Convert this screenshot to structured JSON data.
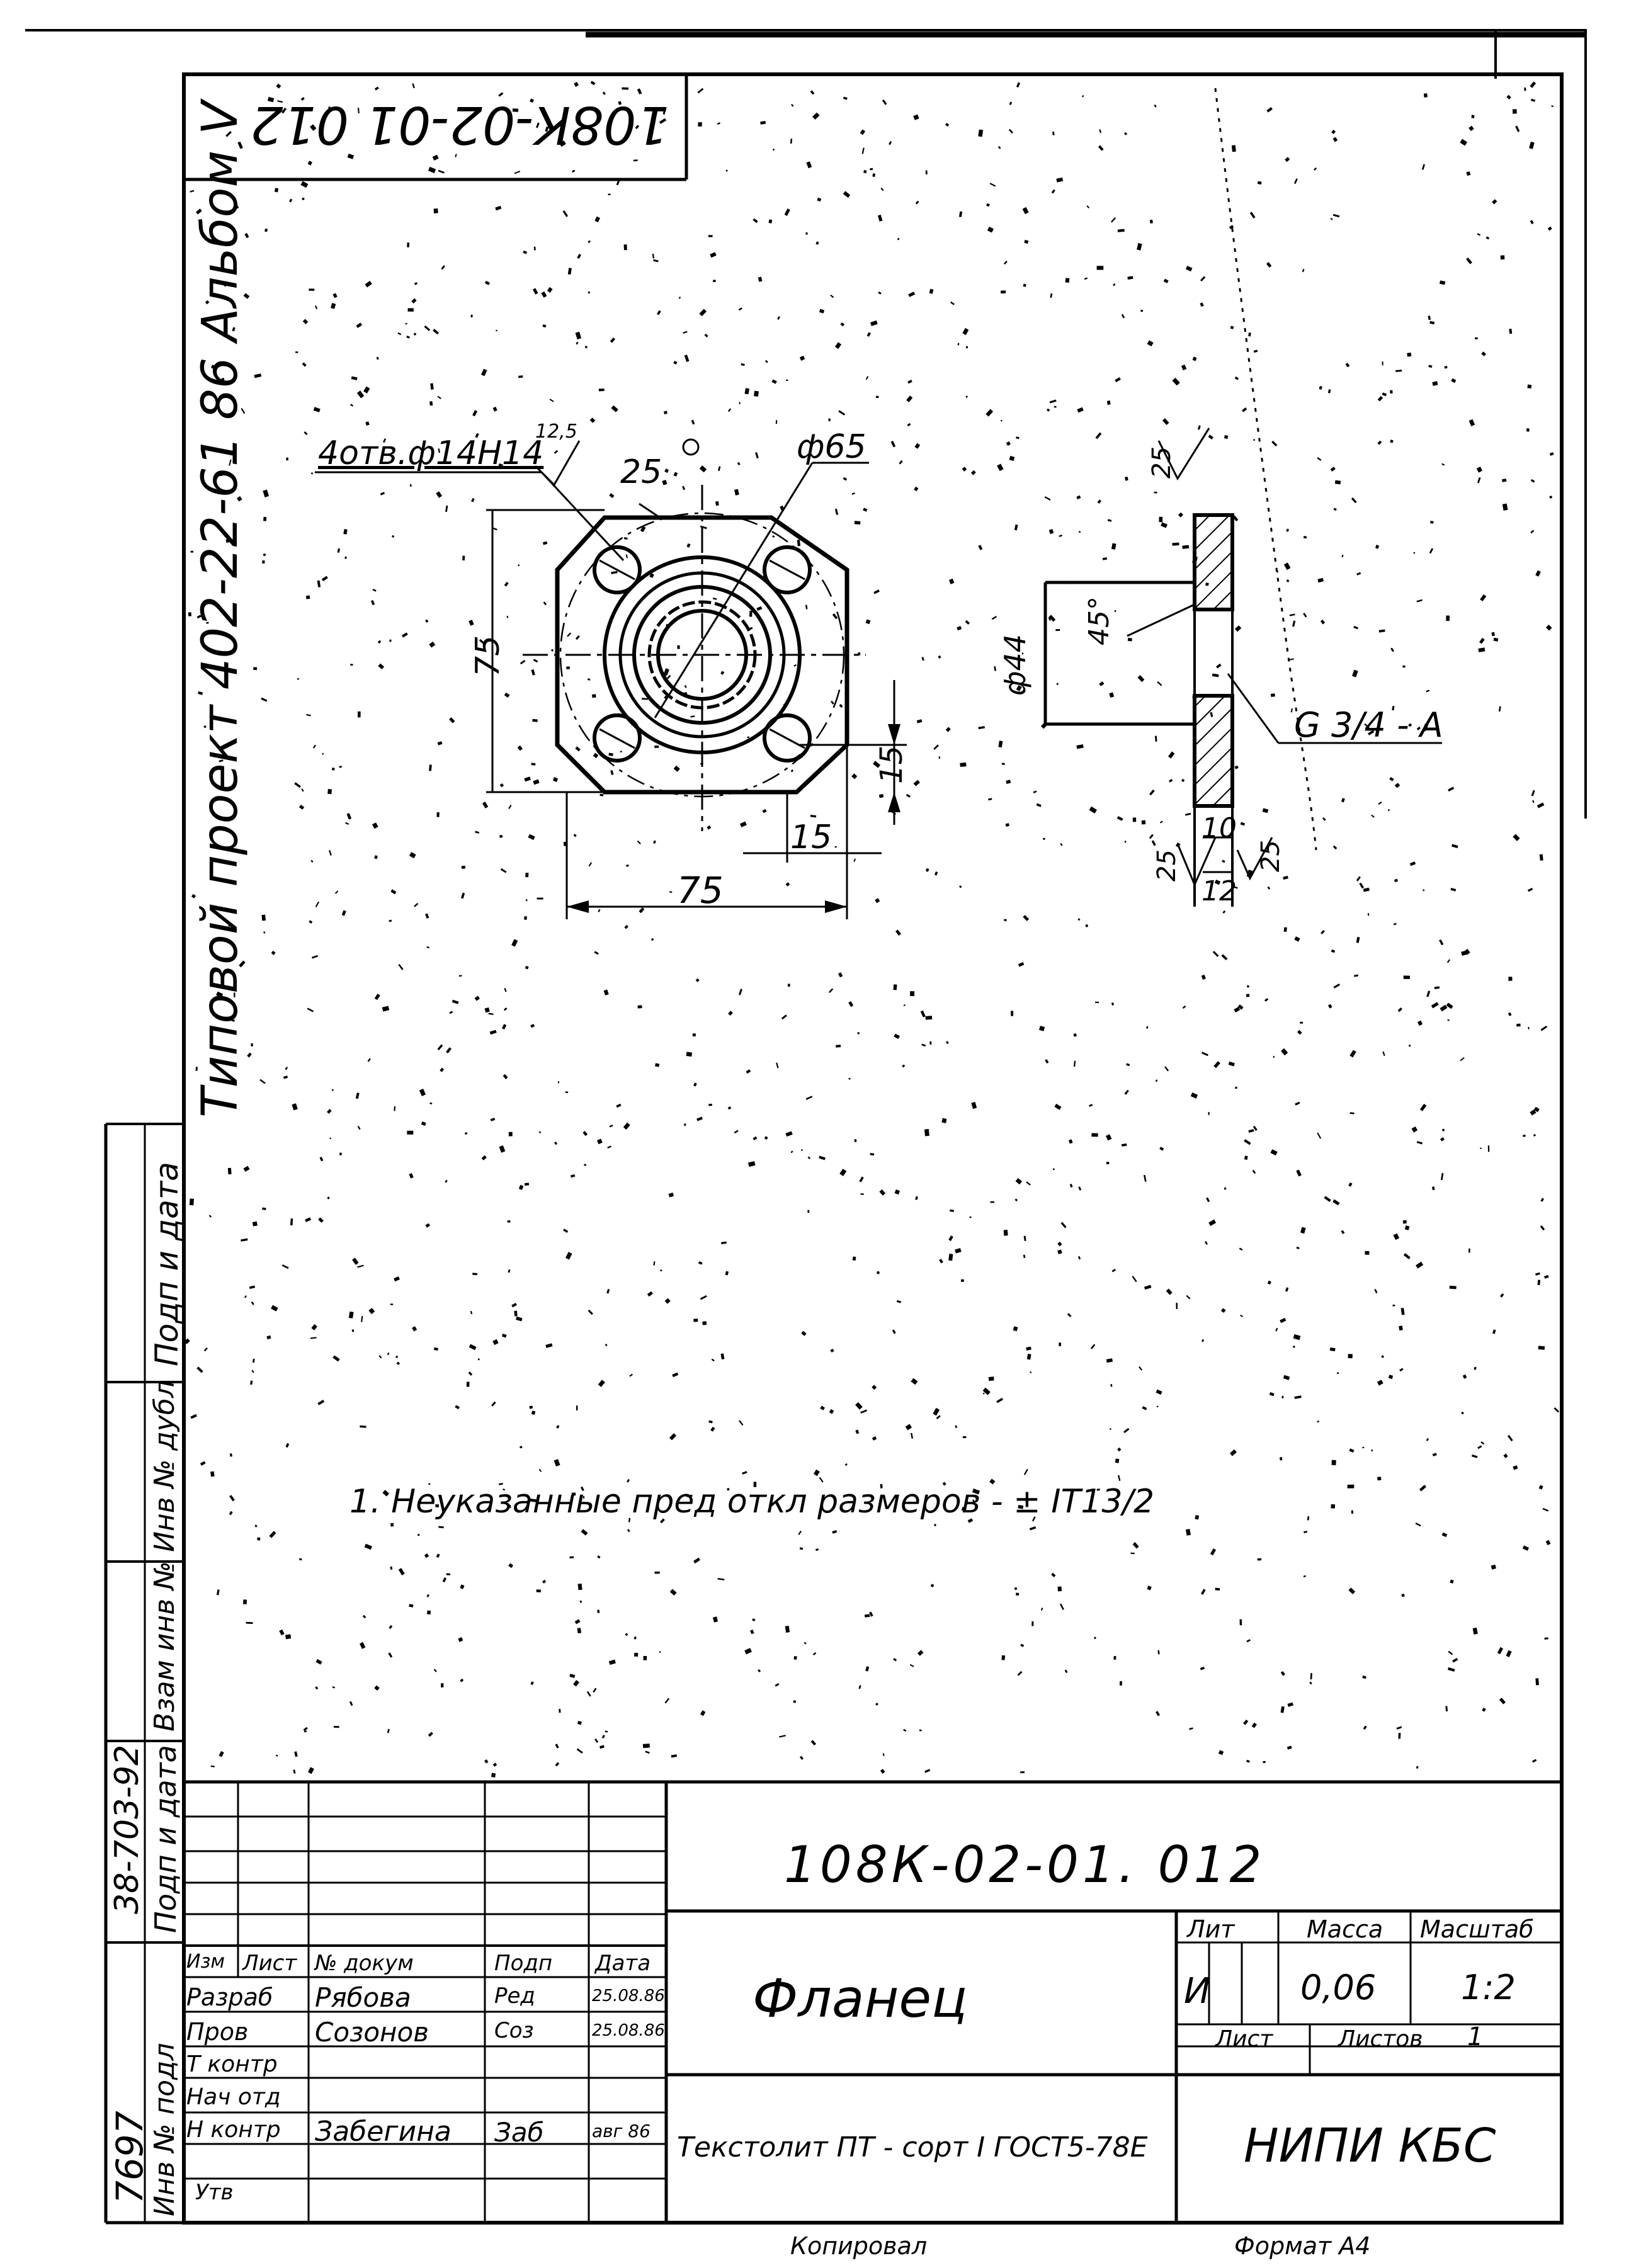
{
  "stamp_top": "108К-02-01 012",
  "album_title": "Типовой проект 402-22-61 86 Альбом V",
  "left_strip": {
    "podp_data_1": "Подп и дата",
    "inv_dubl": "Инв № дубл",
    "vzam_inv": "Взам инв №",
    "podp_data_2": "Подп и дата",
    "inv_podl": "Инв № подл",
    "inv_podl_value": "7697",
    "podp_value": "38-703-92"
  },
  "dimensions": {
    "holes": "4отв.ф14Н14",
    "roughness_small": "12,5",
    "chamfer": "25",
    "diameter_65": "ф65",
    "d_75": "75",
    "d_15": "15",
    "d_15b": "15",
    "d_width_75": "75",
    "d_44": "ф44",
    "d_45deg": "45°",
    "thread": "G 3/4 - A",
    "d_10": "10",
    "d_12": "12",
    "rough_25_top": "25",
    "rough_25_bl": "25",
    "rough_25_br": "25"
  },
  "note": "1. Неуказанные пред откл размеров - ± IT13/2",
  "title_block": {
    "designation": "108К-02-01. 012",
    "part_name": "Фланец",
    "material": "Текстолит ПТ - сорт I ГОСТ5-78Е",
    "lit_label": "Лит",
    "massa_label": "Масса",
    "masshtab_label": "Масштаб",
    "lit_value": "И",
    "massa_value": "0,06",
    "masshtab_value": "1:2",
    "list_label": "Лист",
    "listov_label": "Листов",
    "listov_value": "1",
    "org": "НИПИ КБС",
    "headers": [
      "Изм",
      "Лист",
      "№ докум",
      "Подп",
      "Дата"
    ],
    "rows": [
      {
        "role": "Разраб",
        "name": "Рябова",
        "sign": "Ред",
        "date": "25.08.86"
      },
      {
        "role": "Пров",
        "name": "Созонов",
        "sign": "Соз",
        "date": "25.08.86"
      },
      {
        "role": "Т контр",
        "name": "",
        "sign": "",
        "date": ""
      },
      {
        "role": "Нач отд",
        "name": "",
        "sign": "",
        "date": ""
      },
      {
        "role": "Н контр",
        "name": "Забегина",
        "sign": "Заб",
        "date": "авг 86"
      },
      {
        "role": "Утв",
        "name": "",
        "sign": "",
        "date": ""
      }
    ]
  },
  "bottom_margin": {
    "kopiroval": "Копировал",
    "format": "Формат А4"
  }
}
